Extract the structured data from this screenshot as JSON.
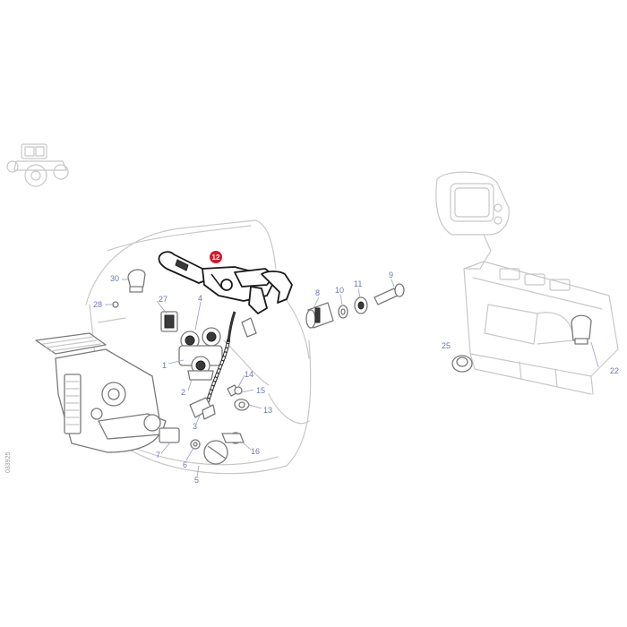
{
  "diagram": {
    "reference_code": "033925",
    "highlighted_part": "12",
    "highlight_color": "#d9182b",
    "label_color": "#6e76b8",
    "labels": [
      "30",
      "28",
      "27",
      "4",
      "1",
      "2",
      "3",
      "14",
      "15",
      "13",
      "16",
      "7",
      "6",
      "5",
      "8",
      "10",
      "11",
      "9",
      "25",
      "22"
    ]
  }
}
